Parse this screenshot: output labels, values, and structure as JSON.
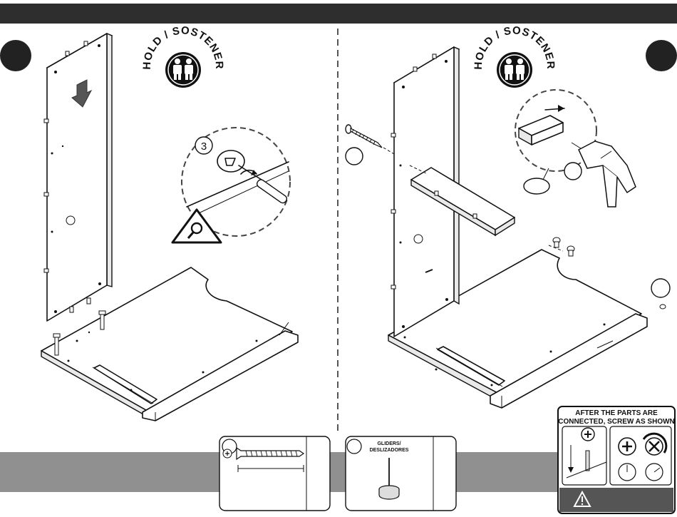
{
  "hold_badge": {
    "text": "HOLD / SOSTENER"
  },
  "step_detail": {
    "step_number": "3"
  },
  "parts": {
    "glider_label_line1": "GLIDERS/",
    "glider_label_line2": "DESLIZADORES"
  },
  "warning_box": {
    "line1": "AFTER THE PARTS ARE",
    "line2": "CONNECTED, SCREW AS SHOWN"
  },
  "colors": {
    "header_bar": "#2e2e2e",
    "bottom_band": "#909090",
    "step_circle": "#222222",
    "line_art": "#111111"
  }
}
